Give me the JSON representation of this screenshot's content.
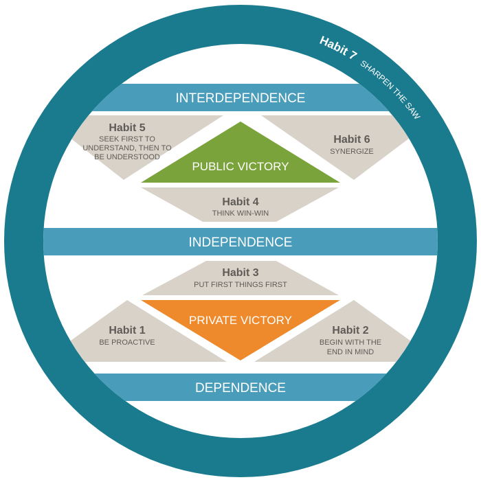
{
  "colors": {
    "ring": "#1a7a8e",
    "inner_bg": "#ffffff",
    "band": "#4a9dba",
    "gray_shape": "#d8d2c9",
    "gray_text": "#5e5a55",
    "public_victory": "#7ba33b",
    "private_victory": "#ef8a2c"
  },
  "ring": {
    "habit7_title": "Habit 7",
    "habit7_sub": "SHARPEN THE SAW"
  },
  "bands": {
    "interdependence": "INTERDEPENDENCE",
    "independence": "INDEPENDENCE",
    "dependence": "DEPENDENCE"
  },
  "victories": {
    "public": "PUBLIC VICTORY",
    "private": "PRIVATE VICTORY"
  },
  "habits": {
    "h1": {
      "title": "Habit 1",
      "lines": [
        "BE PROACTIVE"
      ]
    },
    "h2": {
      "title": "Habit 2",
      "lines": [
        "BEGIN WITH THE",
        "END IN MIND"
      ]
    },
    "h3": {
      "title": "Habit 3",
      "lines": [
        "PUT FIRST THINGS FIRST"
      ]
    },
    "h4": {
      "title": "Habit 4",
      "lines": [
        "THINK WIN-WIN"
      ]
    },
    "h5": {
      "title": "Habit 5",
      "lines": [
        "SEEK FIRST TO",
        "UNDERSTAND, THEN TO",
        "BE UNDERSTOOD"
      ]
    },
    "h6": {
      "title": "Habit 6",
      "lines": [
        "SYNERGIZE"
      ]
    }
  }
}
